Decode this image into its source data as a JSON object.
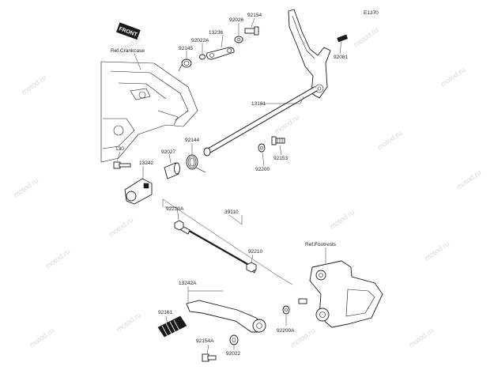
{
  "diagram_code": "E1370",
  "front_badge": "FRONT",
  "watermark": "motod.ru",
  "references": {
    "crankcase": "Ref.Crankcase",
    "footrests": "Ref.Footrests"
  },
  "parts": {
    "p92154": "92154",
    "p92026": "92026",
    "p13236": "13236",
    "p92022A": "92022A",
    "p92145": "92145",
    "p92081": "92081",
    "p13161": "13161",
    "p92153": "92153",
    "p92200": "92200",
    "p130": "130",
    "p92027": "92027",
    "p92144": "92144",
    "p13242": "13242",
    "p92210A": "92210A",
    "p39110": "39110",
    "p92210": "92210",
    "p13242A": "13242A",
    "p92161": "92161",
    "p92200A": "92200A",
    "p92154A": "92154A",
    "p92022": "92022"
  }
}
